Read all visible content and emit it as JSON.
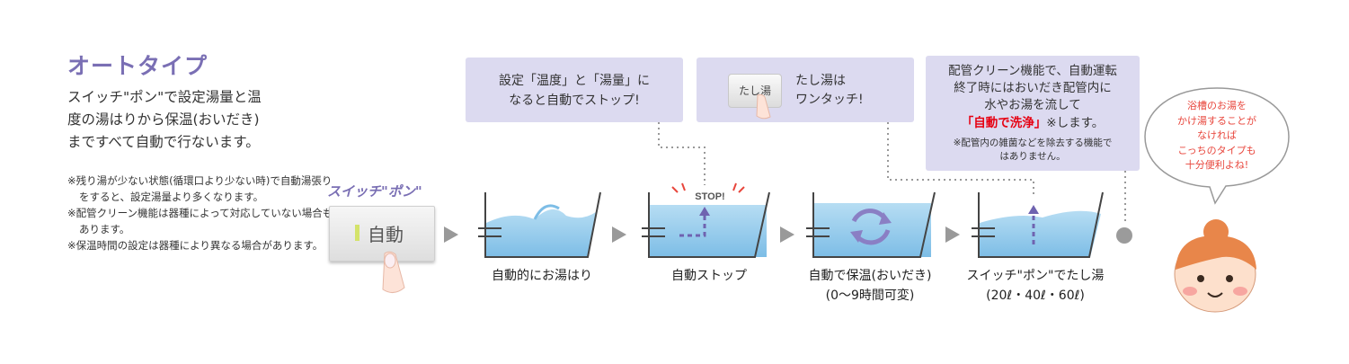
{
  "heading": "オートタイプ",
  "description": [
    "スイッチ\"ポン\"で設定湯量と温",
    "度の湯はりから保温(おいだき)",
    "まですべて自動で行ないます。"
  ],
  "notes": [
    "※残り湯が少ない状態(循環口より少ない時)で自動湯張りをすると、設定湯量より多くなります。",
    "※配管クリーン機能は器種によって対応していない場合もあります。",
    "※保温時間の設定は器種により異なる場合があります。"
  ],
  "switch": {
    "title": "スイッチ\"ポン\"",
    "button_label": "自動"
  },
  "callouts": {
    "temp": [
      "設定「温度」と「湯量」に",
      "なると自動でストップ!"
    ],
    "tashiyu": {
      "button": "たし湯",
      "text": [
        "たし湯は",
        "ワンタッチ!"
      ]
    },
    "clean": {
      "lines_before": [
        "配管クリーン機能で、自動運転",
        "終了時にはおいだき配管内に",
        "水やお湯を流して"
      ],
      "highlight": "「自動で洗浄」",
      "after_highlight": "※します。",
      "footnote": [
        "※配管内の雑菌などを除去する機能で",
        "はありません。"
      ]
    }
  },
  "stop_label": "STOP!",
  "steps": [
    {
      "label": "自動的にお湯はり",
      "sub": ""
    },
    {
      "label": "自動ストップ",
      "sub": ""
    },
    {
      "label": "自動で保温(おいだき)",
      "sub": "(0〜9時間可変)"
    },
    {
      "label": "スイッチ\"ポン\"でたし湯",
      "sub": "(20ℓ・40ℓ・60ℓ)"
    }
  ],
  "speech": [
    "浴槽のお湯を",
    "かけ湯することが",
    "なければ",
    "こっちのタイプも",
    "十分便利よね!"
  ],
  "colors": {
    "accent": "#7a6fb4",
    "callout_bg": "#dcdaf0",
    "water": "#8cc6e8",
    "red": "#e60012",
    "speech_text": "#e8463c",
    "hair": "#e8864a"
  }
}
